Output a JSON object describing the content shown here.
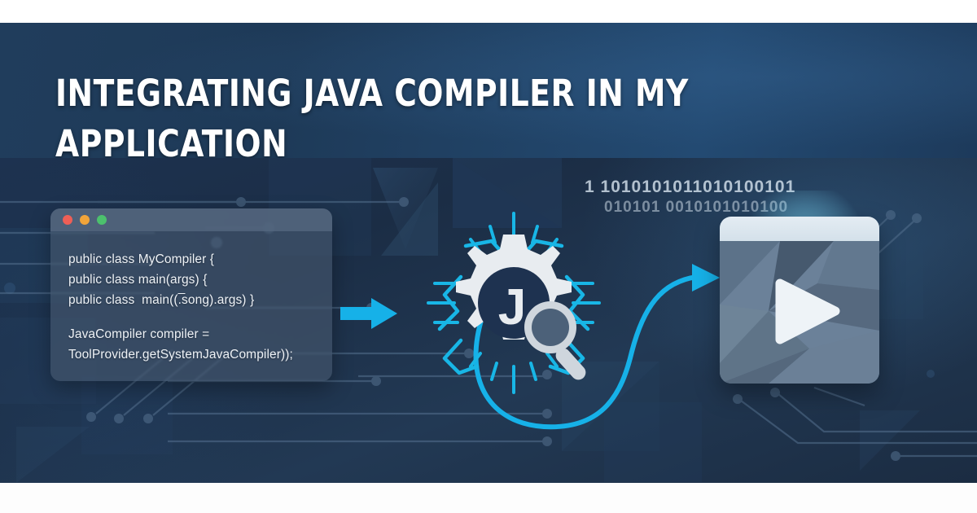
{
  "header": {
    "title": "Integrating Java Compiler in My\nApplication",
    "background_color": "#1e3a58",
    "text_color": "#ffffff"
  },
  "scene": {
    "background_color": "#1b2d45",
    "accent_color": "#16b1e8"
  },
  "code_window": {
    "name": "code-editor-window",
    "traffic_lights": [
      {
        "name": "close-dot",
        "color": "#ef5f56"
      },
      {
        "name": "minimize-dot",
        "color": "#f0a43a"
      },
      {
        "name": "maximize-dot",
        "color": "#4cc16d"
      }
    ],
    "lines": [
      "public class MyCompiler {",
      "public class main(args) {",
      "public class  main((.̅song).args) }",
      "",
      "JavaCompiler compiler =",
      "ToolProvider.getSystemJavaCompiler));"
    ]
  },
  "arrow": {
    "name": "flow-arrow-right",
    "color": "#16b1e8"
  },
  "gear_badge": {
    "name": "java-compiler-gear",
    "letter": "J",
    "gear_color": "#e8ecf0",
    "bracket_color": "#18b6e6",
    "magnifier_color": "#cfd6dd"
  },
  "curve": {
    "name": "flow-curve-arrow",
    "color": "#16b1e8"
  },
  "play_panel": {
    "name": "application-output-window",
    "play_icon": "play-triangle",
    "titlebar_color": "#dde8f0",
    "screen_color": "#6b8199"
  },
  "binary_stream": {
    "line1": "1 1010101011010100101",
    "line2": "010101 0010101010100"
  }
}
